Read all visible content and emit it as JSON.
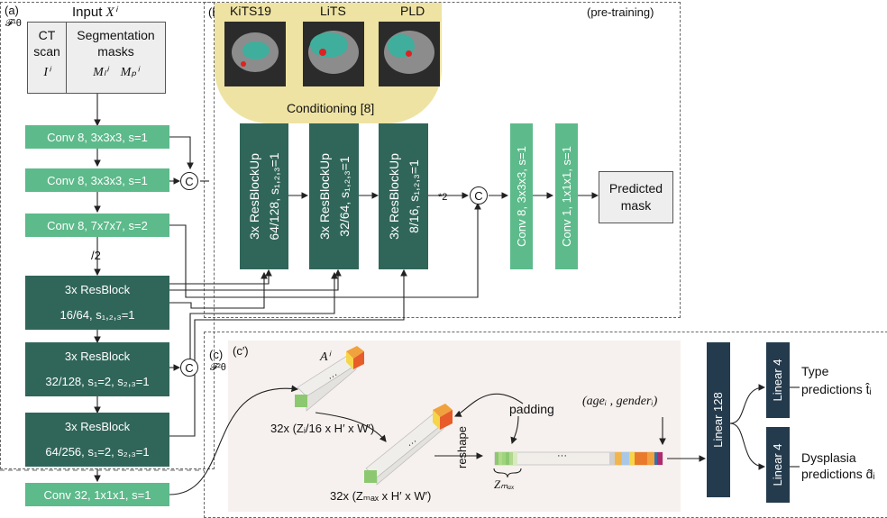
{
  "panel_a": {
    "label": "(a)",
    "func": "𝓕¹θ",
    "input": {
      "title_prefix": "Input ",
      "title_var": "Xⁱ",
      "ct": "CT scan",
      "ct_var": "Iⁱ",
      "seg": "Segmentation masks",
      "seg_var1": "Mₗⁱ",
      "seg_var2": "Mₚⁱ"
    },
    "conv1": "Conv 8, 3x3x3, s=1",
    "conv2": "Conv 8, 3x3x3, s=1",
    "conv3": "Conv 8, 7x7x7, s=2",
    "div2": "/2",
    "res1_a": "3x ResBlock",
    "res1_b": "16/64, s₁,₂,₃=1",
    "res2_a": "3x ResBlock",
    "res2_b": "32/128, s₁=2, s₂,₃=1",
    "res3_a": "3x ResBlock",
    "res3_b": "64/256, s₁=2, s₂,₃=1",
    "conv32": "Conv 32, 1x1x1, s=1"
  },
  "panel_b": {
    "label": "(b)",
    "pretraining": "(pre-training)",
    "datasets": [
      "KiTS19",
      "LiTS",
      "PLD"
    ],
    "conditioning": "Conditioning [8]",
    "up1": [
      "3x ResBlockUp",
      "64/128, s₁,₂,₃=1"
    ],
    "up2": [
      "3x ResBlockUp",
      "32/64, s₁,₂,₃=1"
    ],
    "up3": [
      "3x ResBlockUp",
      "8/16, s₁,₂,₃=1"
    ],
    "times2": "*2",
    "conv_a": "Conv 8, 3x3x3, s=1",
    "conv_b": "Conv 1, 1x1x1, s=1",
    "pred": "Predicted mask"
  },
  "panel_c": {
    "label": "(c)",
    "func": "𝓕²θ",
    "sublabel": "(c′)",
    "a_var": "Aⁱ",
    "dim1": "32x (Zᵢ/16 x H′ x W′)",
    "dim2": "32x (Zₘₐₓ x H′ x W′)",
    "padding": "padding",
    "reshape": "reshape",
    "zmax": "Zₘₐₓ",
    "ellipsis": "···",
    "age_gender": "(ageᵢ , genderᵢ)",
    "linear128": "Linear 128",
    "linear4a": "Linear 4",
    "linear4b": "Linear 4",
    "type_a": "Type",
    "type_b": "predictions t̂ᵢ",
    "dys_a": "Dysplasia",
    "dys_b": "predictions d̂ᵢ"
  },
  "concat": "C",
  "colors": {
    "light_green": "#5dba8b",
    "dark_green": "#306659",
    "navy": "#243b4d",
    "cond_yellow": "#efe3a3",
    "pink_bg": "#f6f1ee"
  }
}
